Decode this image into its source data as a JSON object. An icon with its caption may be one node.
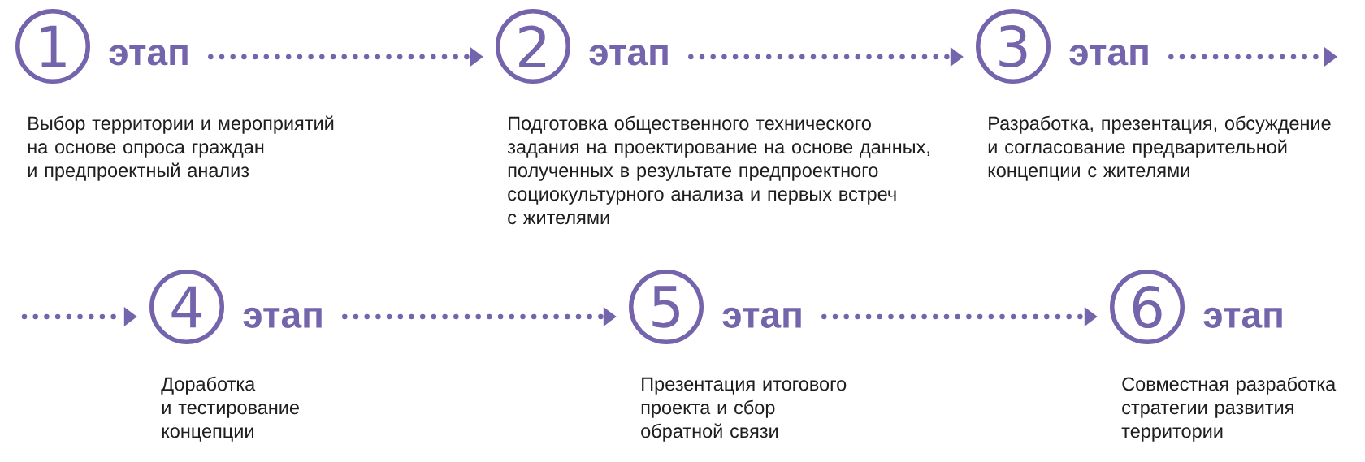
{
  "diagram": {
    "nodes": [
      {
        "text": [
          "1",
          "этап"
        ],
        "beside": [
          "Выбор территории и мероприятий на основе опроса граждан и предпроектный анализ"
        ]
      },
      {
        "text": [
          "2",
          "этап"
        ],
        "beside": [
          "Подготовка общественного технического задания на проектирование на основе данных, полученных в результате предпроектного социокультурного анализа и первых встреч с жителями"
        ]
      },
      {
        "text": [
          "3",
          "этап"
        ],
        "beside": [
          "Разработка, презентация, обсуждение и согласование предварительной концепции с жителями"
        ]
      },
      {
        "text": [
          "4",
          "этап"
        ],
        "beside": [
          "Доработка и тестирование концепции"
        ]
      },
      {
        "text": [
          "5",
          "этап"
        ],
        "beside": [
          "Презентация итогового проекта и сбор обратной связи"
        ]
      },
      {
        "text": [
          "6",
          "этап"
        ],
        "beside": [
          "Совместная разработка стратегии развития территории"
        ]
      }
    ],
    "edges": [
      {
        "from": 0,
        "to": 1,
        "arrow": "to"
      },
      {
        "from": 1,
        "to": 2,
        "arrow": "to"
      },
      {
        "from": 2,
        "to": null,
        "arrow": "to"
      },
      {
        "from": null,
        "to": 3,
        "arrow": "to"
      },
      {
        "from": 3,
        "to": 4,
        "arrow": "to"
      },
      {
        "from": 4,
        "to": 5,
        "arrow": "to"
      }
    ]
  }
}
